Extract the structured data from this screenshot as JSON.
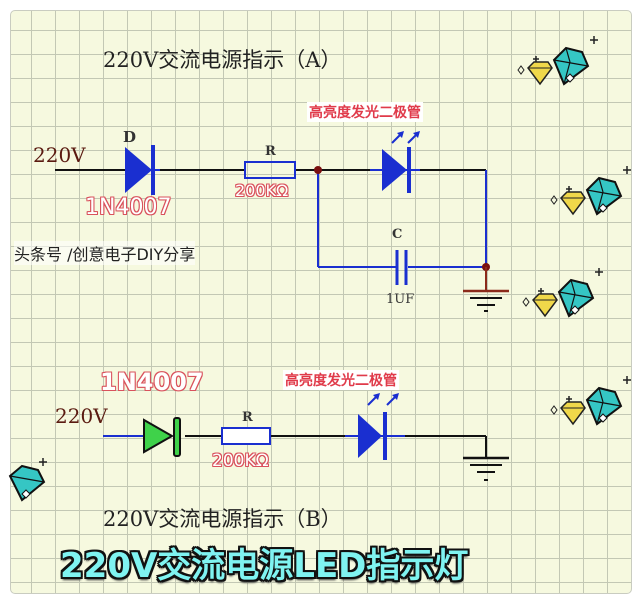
{
  "circuit_a": {
    "title": "220V交流电源指示（A）",
    "input_voltage": "220V",
    "diode_ref": "D",
    "diode_part": "1N4007",
    "resistor_ref": "R",
    "resistor_value": "200KΩ",
    "led_label": "高亮度发光二极管",
    "capacitor_ref": "C",
    "capacitor_value": "1UF"
  },
  "circuit_b": {
    "title": "220V交流电源指示（B）",
    "input_voltage": "220V",
    "diode_part": "1N4007",
    "resistor_ref": "R",
    "resistor_value": "200KΩ",
    "led_label": "高亮度发光二极管"
  },
  "watermark": "头条号 /创意电子DIY分享",
  "banner": "220V交流电源LED指示灯",
  "colors": {
    "grid_bg": "#f6f9df",
    "grid_line": "#c3c8b4",
    "wire_blue": "#1a2fd0",
    "wire_black": "#111111",
    "ground_red": "#8b2a1a",
    "node_dot": "#7a1010",
    "label_red": "#e03a4a",
    "diode_green": "#3fd24a",
    "banner_cyan": "#7ff3f1",
    "gem_teal": "#35c6c4",
    "gem_yellow": "#f0d84a"
  }
}
